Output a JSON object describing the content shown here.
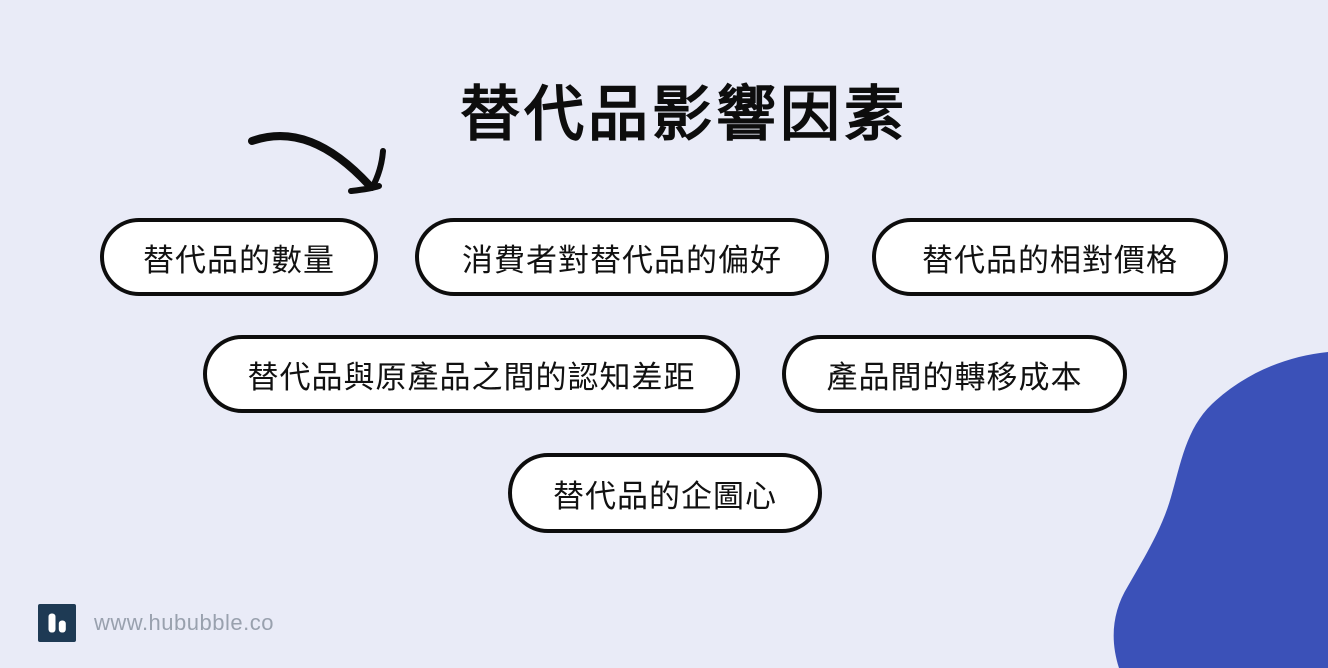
{
  "title": "替代品影響因素",
  "factors": [
    {
      "label": "替代品的數量"
    },
    {
      "label": "消費者對替代品的偏好"
    },
    {
      "label": "替代品的相對價格"
    },
    {
      "label": "替代品與原產品之間的認知差距"
    },
    {
      "label": "產品間的轉移成本"
    },
    {
      "label": "替代品的企圖心"
    }
  ],
  "footer": {
    "website": "www.hububble.co"
  },
  "icons": {
    "arrow": "hand-drawn-curved-arrow-down-right",
    "logo": "hububble-h-logo"
  },
  "colors": {
    "background": "#e9ebf7",
    "pill_bg": "#ffffff",
    "pill_border": "#0d0d0d",
    "text": "#111111",
    "blob": "#3b51b8",
    "logo_bg": "#1e3a54",
    "url_text": "#99a1ae"
  }
}
